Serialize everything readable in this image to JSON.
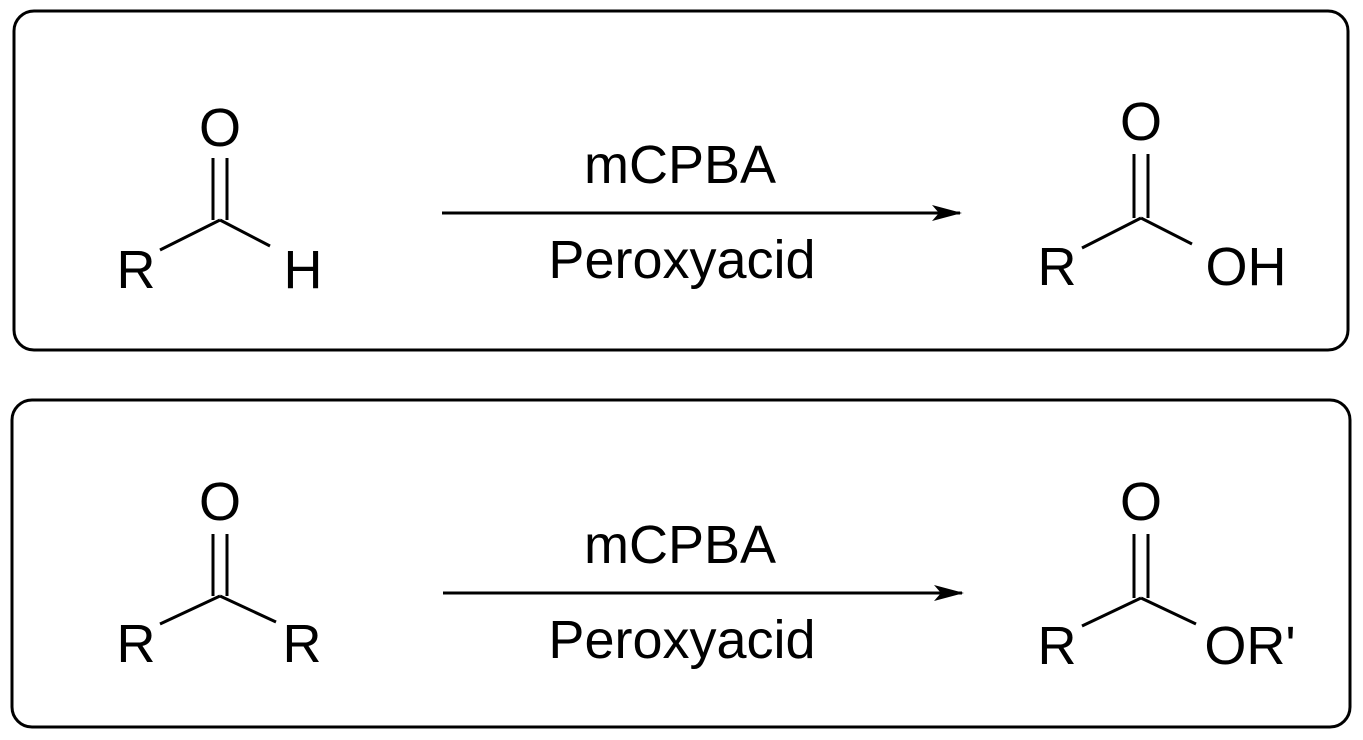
{
  "reactions": [
    {
      "reactant": {
        "oxygen": "O",
        "left": "R",
        "right": "H"
      },
      "reagent_top": "mCPBA",
      "reagent_bottom": "Peroxyacid",
      "product": {
        "oxygen": "O",
        "left": "R",
        "right": "OH"
      }
    },
    {
      "reactant": {
        "oxygen": "O",
        "left": "R",
        "right": "R"
      },
      "reagent_top": "mCPBA",
      "reagent_bottom": "Peroxyacid",
      "product": {
        "oxygen": "O",
        "left": "R",
        "right": "OR'"
      }
    }
  ]
}
